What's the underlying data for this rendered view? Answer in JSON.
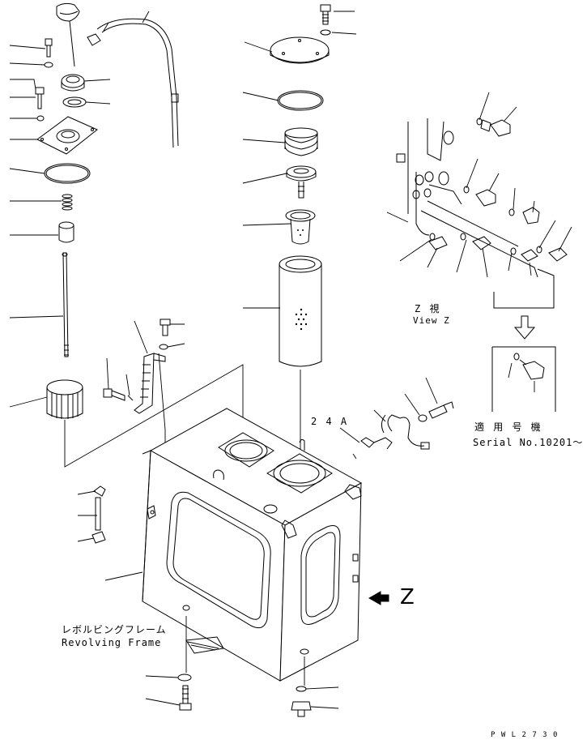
{
  "labels": {
    "part_ref": "2 4 A",
    "view_z_jp": "Z  視",
    "view_z_en": "View Z",
    "applicable_jp": "適 用 号 機",
    "serial": "Serial No.10201～",
    "revolving_jp": "レボルビングフレーム",
    "revolving_en": "Revolving Frame",
    "direction_letter": "Z",
    "drawing_code": "P W L 2 7 3 0"
  }
}
